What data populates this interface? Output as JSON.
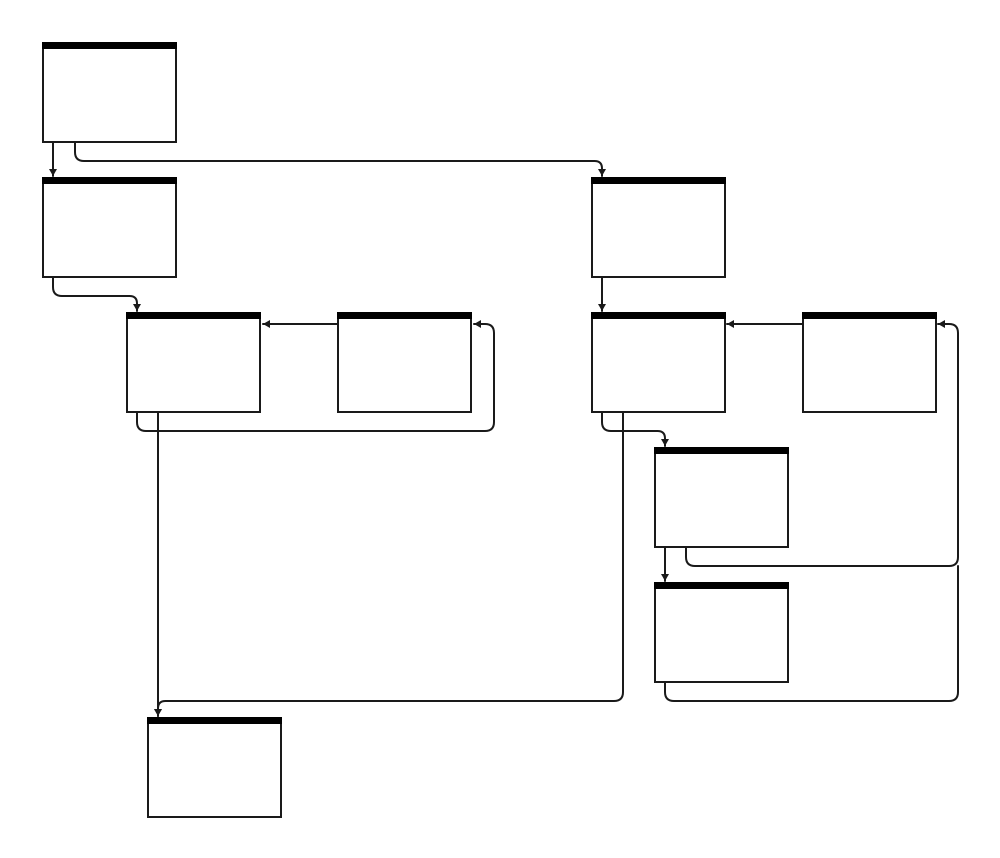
{
  "diagram": {
    "type": "flow-graph",
    "node_style": "box-with-dark-header",
    "nodes": [
      {
        "id": "n1",
        "label": ""
      },
      {
        "id": "n2",
        "label": ""
      },
      {
        "id": "n3",
        "label": ""
      },
      {
        "id": "n4",
        "label": ""
      },
      {
        "id": "n5",
        "label": ""
      },
      {
        "id": "n6",
        "label": ""
      },
      {
        "id": "n7",
        "label": ""
      },
      {
        "id": "n8",
        "label": ""
      },
      {
        "id": "n9",
        "label": ""
      },
      {
        "id": "n10",
        "label": ""
      }
    ],
    "edges": [
      {
        "from": "n1",
        "to": "n2"
      },
      {
        "from": "n1",
        "to": "n3"
      },
      {
        "from": "n2",
        "to": "n4"
      },
      {
        "from": "n5",
        "to": "n4"
      },
      {
        "from": "n4",
        "to": "n5"
      },
      {
        "from": "n4",
        "to": "n10"
      },
      {
        "from": "n3",
        "to": "n6"
      },
      {
        "from": "n7",
        "to": "n6"
      },
      {
        "from": "n6",
        "to": "n8"
      },
      {
        "from": "n6",
        "to": "n10"
      },
      {
        "from": "n8",
        "to": "n9"
      },
      {
        "from": "n8",
        "to": "n7"
      },
      {
        "from": "n9",
        "to": "n7"
      }
    ],
    "colors": {
      "header": "#000000",
      "stroke": "#1a1a1a",
      "background": "#ffffff"
    }
  }
}
